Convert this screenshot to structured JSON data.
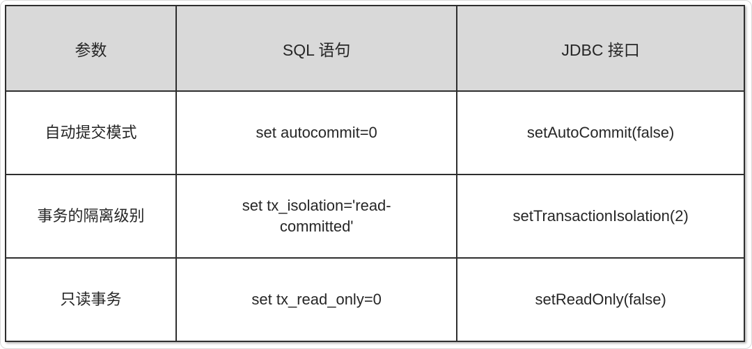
{
  "table": {
    "columns": [
      {
        "label": "参数"
      },
      {
        "label": "SQL 语句"
      },
      {
        "label": "JDBC 接口"
      }
    ],
    "rows": [
      {
        "param": "自动提交模式",
        "sql": "set autocommit=0",
        "jdbc": "setAutoCommit(false)"
      },
      {
        "param": "事务的隔离级别",
        "sql": "set tx_isolation='read-committed'",
        "jdbc": "setTransactionIsolation(2)"
      },
      {
        "param": "只读事务",
        "sql": "set tx_read_only=0",
        "jdbc": "setReadOnly(false)"
      }
    ],
    "colors": {
      "header_bg": "#d9d9d9",
      "body_bg": "#ffffff",
      "border": "#2e2e2e",
      "text": "#262626"
    }
  }
}
